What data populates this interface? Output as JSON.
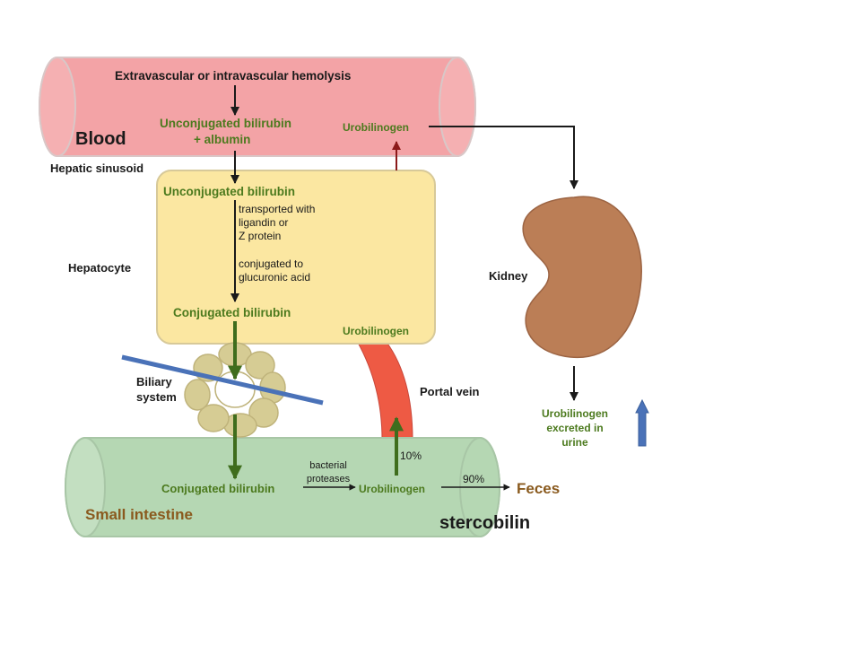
{
  "blood": {
    "label": "Blood",
    "hemolysis": "Extravascular or intravascular hemolysis",
    "unconj_line1": "Unconjugated bilirubin",
    "unconj_line2": "+ albumin",
    "urobilinogen": "Urobilinogen"
  },
  "hepatic_sinusoid": "Hepatic sinusoid",
  "hepatocyte": {
    "label": "Hepatocyte",
    "unconjugated": "Unconjugated bilirubin",
    "transport_lines": [
      "transported with",
      "ligandin or",
      "Z protein"
    ],
    "conjugation_lines": [
      "conjugated to",
      "glucuronic acid"
    ],
    "conjugated": "Conjugated bilirubin",
    "urobilinogen": "Urobilinogen"
  },
  "biliary": {
    "line1": "Biliary",
    "line2": "system"
  },
  "portal_vein": "Portal vein",
  "kidney": {
    "label": "Kidney",
    "excreted_lines": [
      "Urobilinogen",
      "excreted in",
      "urine"
    ]
  },
  "intestine": {
    "label": "Small intestine",
    "conjugated": "Conjugated bilirubin",
    "protease_lines": [
      "bacterial",
      "proteases"
    ],
    "urobilinogen": "Urobilinogen",
    "pct_portal": "10%",
    "pct_feces": "90%",
    "feces": "Feces"
  },
  "stercobilin": "stercobilin",
  "colors": {
    "blood": "#f3a3a6",
    "hepatocyte": "#fbe7a1",
    "intestine": "#b5d7b3",
    "kidney": "#bb7e56",
    "portal_vein": "#ee5a44",
    "biliary": "#d6cc94",
    "annotation_blue": "#4a72b8"
  }
}
